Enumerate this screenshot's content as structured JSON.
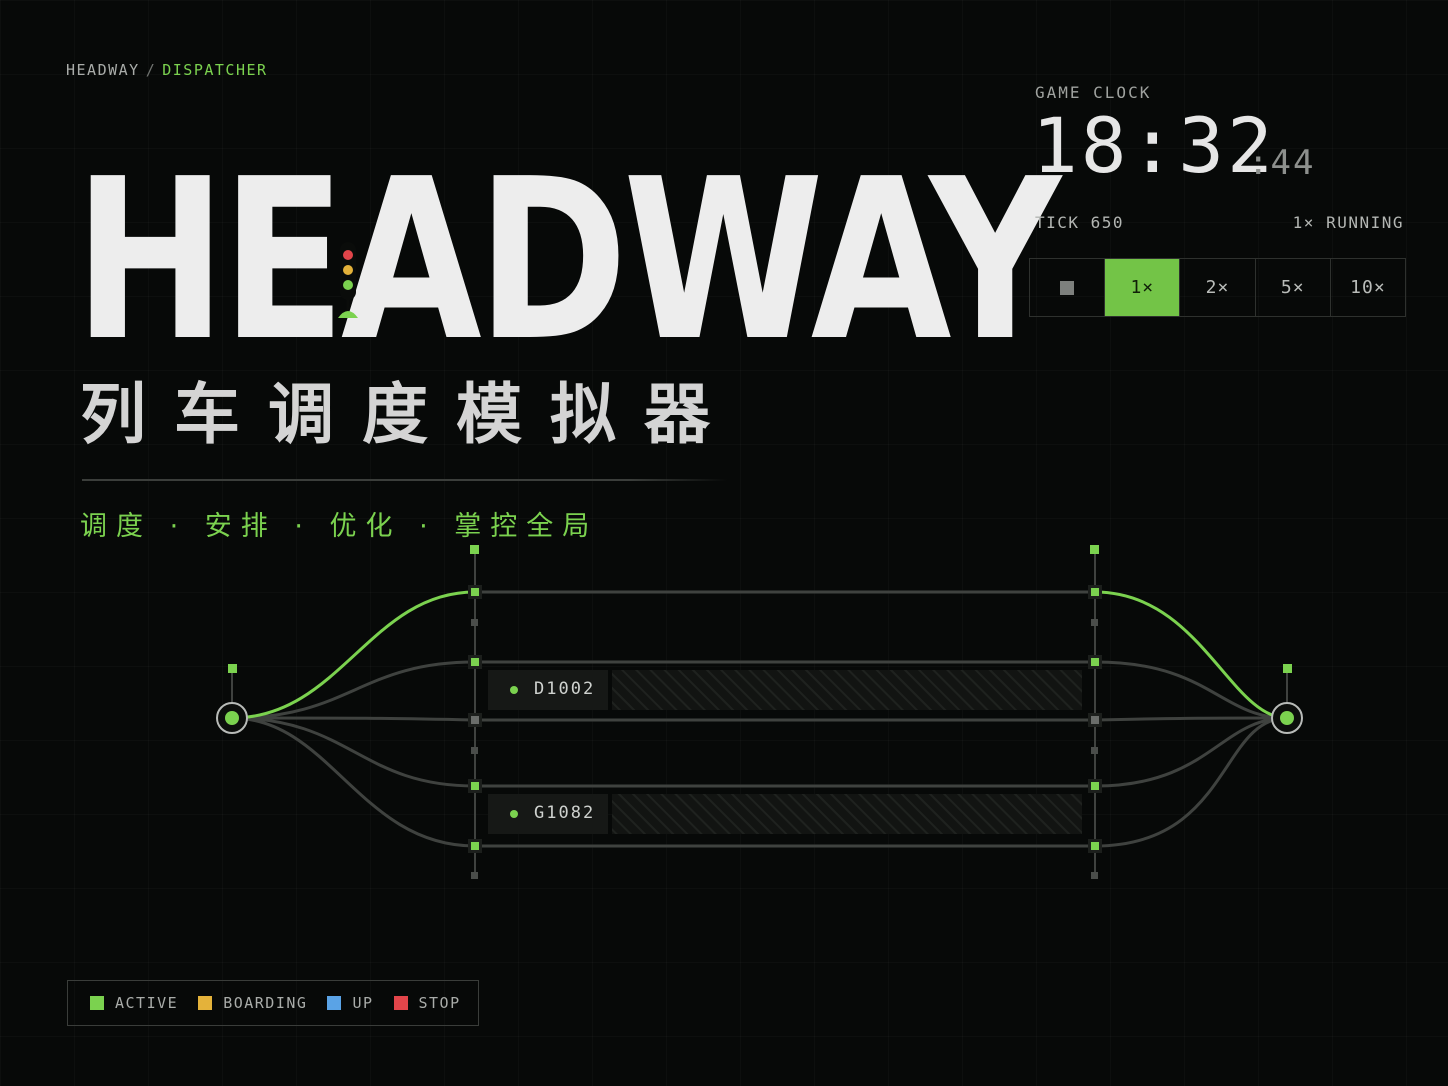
{
  "breadcrumb": {
    "root": "HEADWAY",
    "separator": "/",
    "current": "DISPATCHER"
  },
  "title": {
    "main": "HEADWAY",
    "subtitle": "列车调度模拟器",
    "tagline": "调度 · 安排 · 优化 · 掌控全局"
  },
  "clock": {
    "label": "GAME CLOCK",
    "time": "18:32",
    "seconds": ":44",
    "tick": "TICK 650",
    "status": "1× RUNNING"
  },
  "speed": {
    "options": [
      "1×",
      "2×",
      "5×",
      "10×"
    ],
    "active": "1×"
  },
  "trains": [
    {
      "id": "D1002",
      "status": "active"
    },
    {
      "id": "G1082",
      "status": "active"
    }
  ],
  "legend": [
    {
      "label": "ACTIVE",
      "color": "#7bd24f"
    },
    {
      "label": "BOARDING",
      "color": "#e4b23a"
    },
    {
      "label": "UP",
      "color": "#5aa3e6"
    },
    {
      "label": "STOP",
      "color": "#e2454a"
    }
  ],
  "colors": {
    "accent": "#7bd24f",
    "track": "#3f423f",
    "background": "#070908"
  }
}
